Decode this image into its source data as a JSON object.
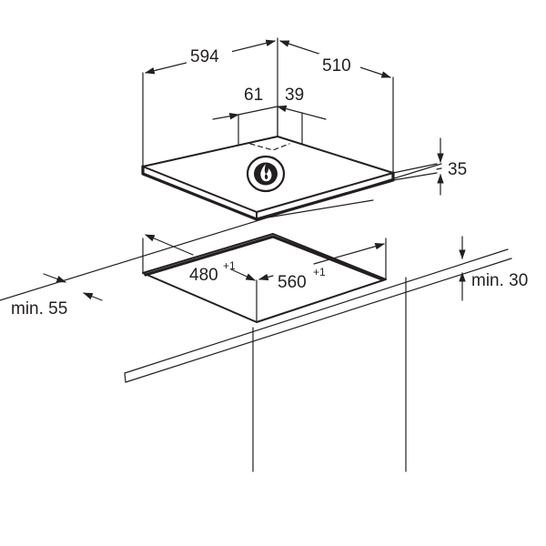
{
  "dimensions": {
    "hob_width": "594",
    "hob_depth": "510",
    "offset_left": "61",
    "offset_right": "39",
    "hob_height": "35",
    "cutout_depth": "480",
    "cutout_depth_tol": "+1",
    "cutout_width": "560",
    "cutout_width_tol": "+1",
    "min_front": "min. 55",
    "min_below": "min. 30"
  },
  "icons": {
    "burner": "flame-icon"
  },
  "colors": {
    "line": "#231f20",
    "background": "#ffffff"
  }
}
